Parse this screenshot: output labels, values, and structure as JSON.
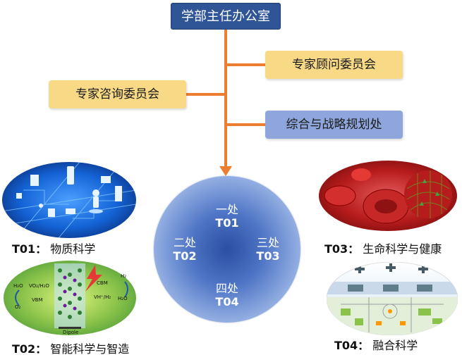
{
  "header": {
    "office": "学部主任办公室"
  },
  "committees": {
    "advisory": "专家顾问委员会",
    "consultation": "专家咨询委员会",
    "strategy": "综合与战略规划处"
  },
  "divisions": [
    {
      "name": "一处",
      "code": "T01"
    },
    {
      "name": "二处",
      "code": "T02"
    },
    {
      "name": "三处",
      "code": "T03"
    },
    {
      "name": "四处",
      "code": "T04"
    }
  ],
  "themes": [
    {
      "code": "T01：",
      "label": "物质科学"
    },
    {
      "code": "T02：",
      "label": "智能科学与智造"
    },
    {
      "code": "T03：",
      "label": "生命科学与健康"
    },
    {
      "code": "T04：",
      "label": "融合科学"
    }
  ],
  "t02_image_labels": {
    "h2o_left": "H₂O",
    "redox": "VO₂/H₂O",
    "vbm": "VBM",
    "o2": "O₂",
    "cbm": "CBM",
    "h2_right": "H₂",
    "h_half": "VH⁺/H₂",
    "h2o_right": "H₂O",
    "dipole": "Dipole"
  },
  "colors": {
    "header_bg": "#2f5597",
    "committee_yellow": "#f8d985",
    "committee_blue": "#8fa6dc",
    "connector_orange": "#ed7d31"
  }
}
